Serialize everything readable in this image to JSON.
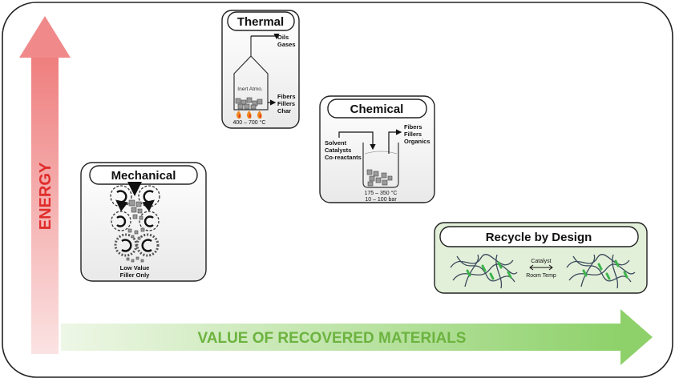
{
  "axes": {
    "y_label": "ENERGY",
    "x_label": "VALUE OF RECOVERED MATERIALS",
    "y_color": "#e02c2c",
    "x_color": "#6cb33f"
  },
  "mechanical": {
    "title": "Mechanical",
    "output_line1": "Low Value",
    "output_line2": "Filler Only"
  },
  "thermal": {
    "title": "Thermal",
    "gas_line1": "Oils",
    "gas_line2": "Gases",
    "inner_label": "Inert Atmo.",
    "solid_line1": "Fibers",
    "solid_line2": "Fillers",
    "solid_line3": "Char",
    "temperature": "400 – 700 °C"
  },
  "chemical": {
    "title": "Chemical",
    "input_line1": "Solvent",
    "input_line2": "Catalysts",
    "input_line3": "Co-reactants",
    "output_line1": "Fibers",
    "output_line2": "Fillers",
    "output_line3": "Organics",
    "temperature": "175 – 350 °C",
    "pressure": "10 – 100 bar"
  },
  "design": {
    "title": "Recycle by Design",
    "condition_line1": "Catalyst",
    "condition_line2": "Room Temp",
    "panel_color": "#e3f0d9",
    "link_color": "#3cb44b"
  }
}
